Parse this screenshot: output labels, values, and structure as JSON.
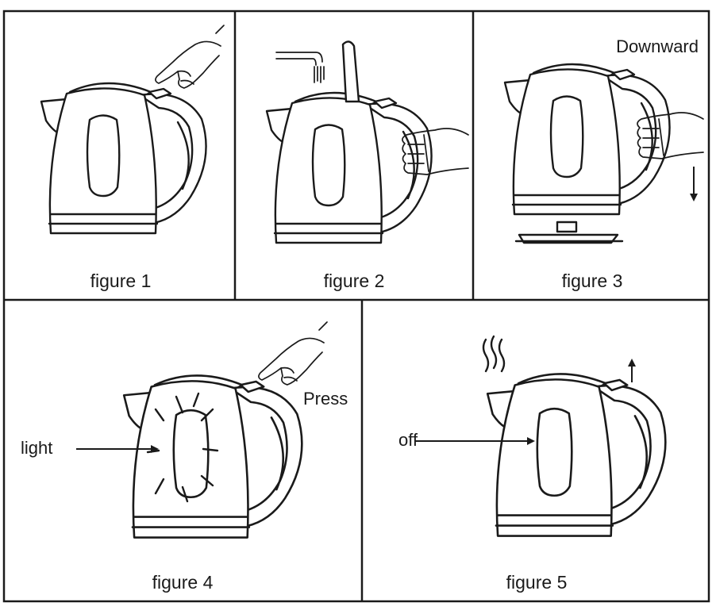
{
  "panels": [
    {
      "caption": "figure 1"
    },
    {
      "caption": "figure 2"
    },
    {
      "caption": "figure 3",
      "label": "Downward"
    },
    {
      "caption": "figure 4",
      "labels": [
        "light",
        "Press"
      ]
    },
    {
      "caption": "figure 5",
      "label": "off"
    }
  ],
  "colors": {
    "line": "#1a1a1a",
    "background": "#ffffff"
  }
}
